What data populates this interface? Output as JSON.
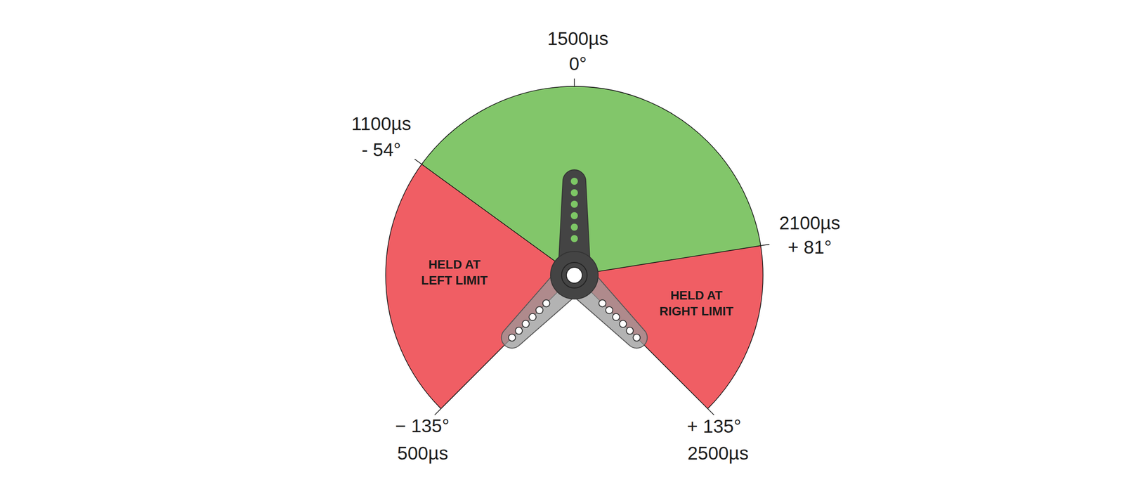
{
  "diagram": {
    "nodes": [
      {
        "text": [
          "HELD AT LEFT LIMIT"
        ]
      },
      {
        "text": [
          "HELD AT RIGHT LIMIT"
        ]
      }
    ],
    "labels": [
      "1500µs",
      "0°",
      "1100µs",
      "- 54°",
      "2100µs",
      "+ 81°",
      "− 135°",
      "500µs",
      "+ 135°",
      "2500µs"
    ]
  }
}
